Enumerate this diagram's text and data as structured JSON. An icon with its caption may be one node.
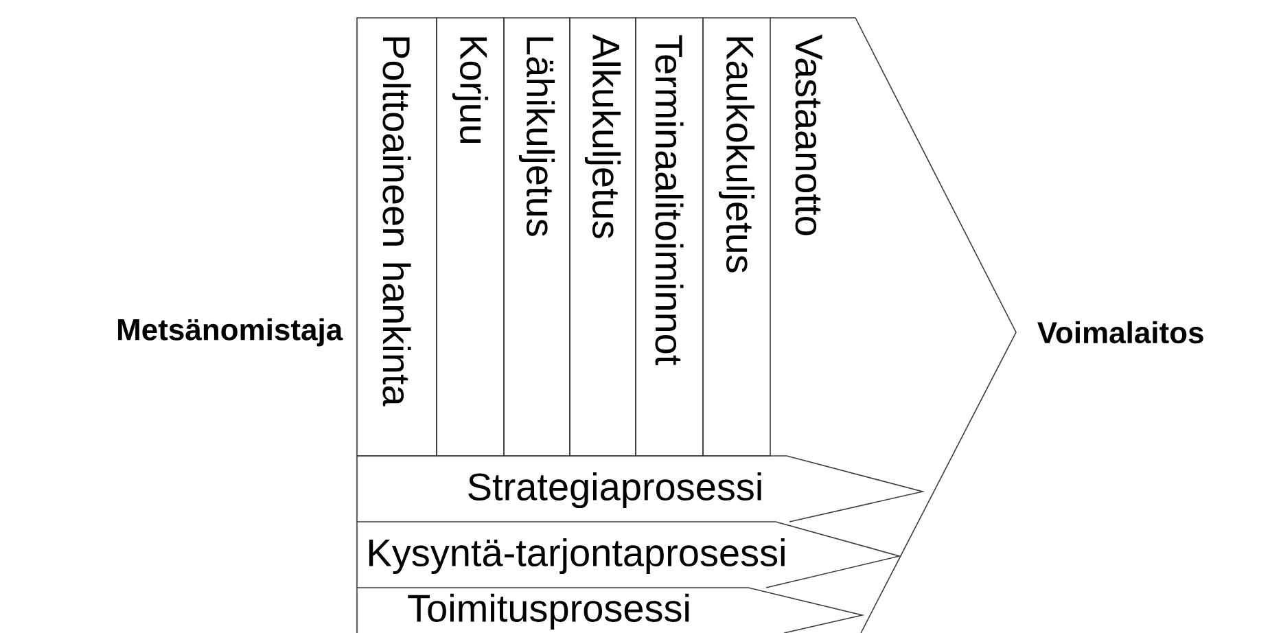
{
  "diagram": {
    "nodes": [
      {
        "text": [
          "Metsänomistaja"
        ]
      },
      {
        "text": [
          "Polttoaineen hankinta"
        ]
      },
      {
        "text": [
          "Korjuu"
        ]
      },
      {
        "text": [
          "Lähikuljetus"
        ]
      },
      {
        "text": [
          "Alkukuljetus"
        ]
      },
      {
        "text": [
          "Terminaalitoiminnot"
        ]
      },
      {
        "text": [
          "Kaukokuljetus"
        ]
      },
      {
        "text": [
          "Vastaanotto"
        ]
      },
      {
        "text": [
          "Strategiaprosessi"
        ]
      },
      {
        "text": [
          "Kysyntä-tarjontaprosessi"
        ]
      },
      {
        "text": [
          "Toimitusprosessi"
        ]
      },
      {
        "text": [
          "Voimalaitos"
        ]
      }
    ]
  }
}
